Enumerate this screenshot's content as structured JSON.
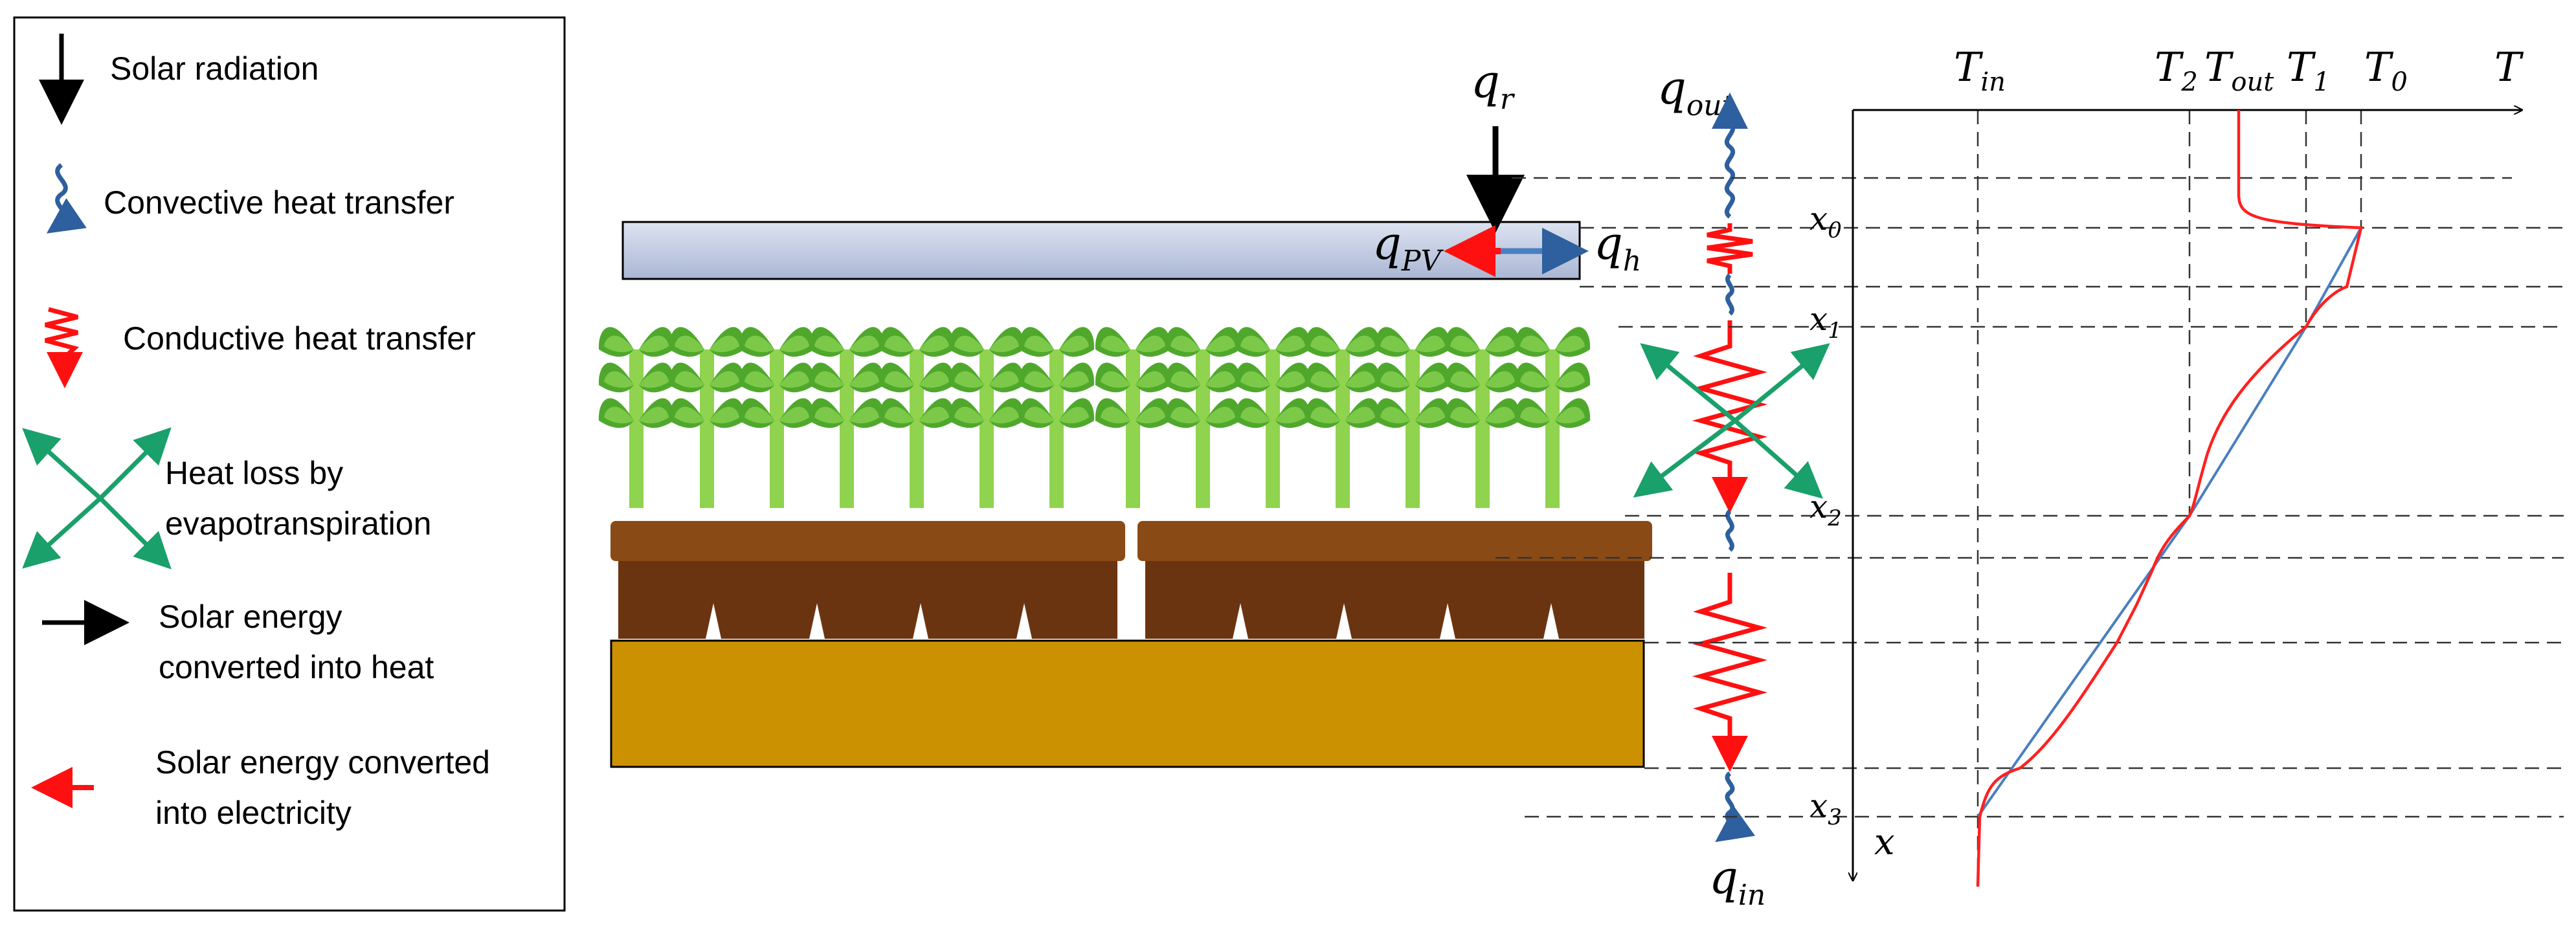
{
  "legend": {
    "items": [
      {
        "icon": "solar-radiation-arrow-icon",
        "text_lines": [
          "Solar radiation"
        ]
      },
      {
        "icon": "convective-wavy-arrow-icon",
        "text_lines": [
          "Convective heat transfer"
        ]
      },
      {
        "icon": "conductive-zigzag-arrow-icon",
        "text_lines": [
          "Conductive heat transfer"
        ]
      },
      {
        "icon": "evapotranspiration-cross-arrows-icon",
        "text_lines": [
          "Heat loss by",
          "evapotranspiration"
        ]
      },
      {
        "icon": "heat-conversion-arrow-icon",
        "text_lines": [
          "Solar energy",
          "converted into heat"
        ]
      },
      {
        "icon": "electricity-conversion-arrow-icon",
        "text_lines": [
          "Solar energy converted",
          "into electricity"
        ]
      }
    ]
  },
  "flux_labels": {
    "q_r": {
      "base": "q",
      "sub": "r"
    },
    "q_pv": {
      "base": "q",
      "sub": "PV"
    },
    "q_h": {
      "base": "q",
      "sub": "h"
    },
    "q_out": {
      "base": "q",
      "sub": "out"
    },
    "q_in": {
      "base": "q",
      "sub": "in"
    }
  },
  "temperature_axis": {
    "axis_label": "T",
    "depth_axis_label": "x",
    "temps": [
      {
        "base": "T",
        "sub": "in"
      },
      {
        "base": "T",
        "sub": "2"
      },
      {
        "base": "T",
        "sub": "out"
      },
      {
        "base": "T",
        "sub": "1"
      },
      {
        "base": "T",
        "sub": "0"
      }
    ],
    "depth_marks": [
      {
        "base": "x",
        "sub": "0"
      },
      {
        "base": "x",
        "sub": "1"
      },
      {
        "base": "x",
        "sub": "2"
      },
      {
        "base": "x",
        "sub": "3"
      }
    ]
  },
  "colors": {
    "convective": "#2e5f9e",
    "conductive": "#ff1010",
    "evapotranspiration": "#1aa06a",
    "solar": "#000000",
    "electricity": "#ff1010",
    "heat_curve": "#ff2020",
    "linear_profile": "#4a7fc0",
    "pv_panel": "#c9d2e8",
    "soil": "#cc9100",
    "pot": "#7a4010",
    "plant_leaf": "#6bbf3a",
    "plant_stem": "#8fd34e"
  }
}
